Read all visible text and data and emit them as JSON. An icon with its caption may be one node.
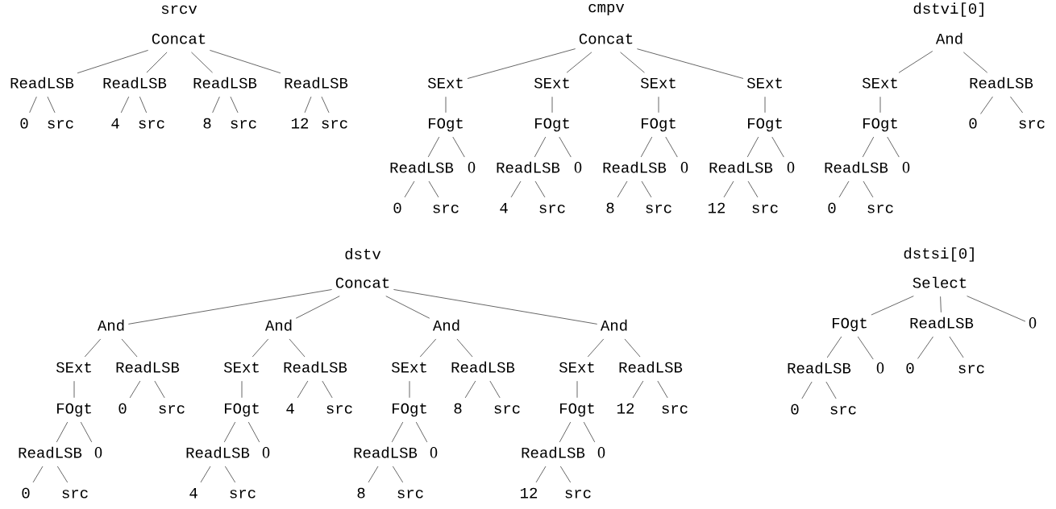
{
  "diagram": {
    "nodes": [
      {
        "text": [
          "Concat"
        ]
      },
      {
        "text": [
          "ReadLSB"
        ]
      },
      {
        "text": [
          "0"
        ]
      },
      {
        "text": [
          "src"
        ]
      },
      {
        "text": [
          "ReadLSB"
        ]
      },
      {
        "text": [
          "4"
        ]
      },
      {
        "text": [
          "src"
        ]
      },
      {
        "text": [
          "ReadLSB"
        ]
      },
      {
        "text": [
          "8"
        ]
      },
      {
        "text": [
          "src"
        ]
      },
      {
        "text": [
          "ReadLSB"
        ]
      },
      {
        "text": [
          "12"
        ]
      },
      {
        "text": [
          "src"
        ]
      },
      {
        "text": [
          "Concat"
        ]
      },
      {
        "text": [
          "SExt"
        ]
      },
      {
        "text": [
          "FOgt"
        ]
      },
      {
        "text": [
          "ReadLSB"
        ]
      },
      {
        "text": [
          "0"
        ]
      },
      {
        "text": [
          "src"
        ]
      },
      {
        "text": [
          "0"
        ]
      },
      {
        "text": [
          "SExt"
        ]
      },
      {
        "text": [
          "FOgt"
        ]
      },
      {
        "text": [
          "ReadLSB"
        ]
      },
      {
        "text": [
          "4"
        ]
      },
      {
        "text": [
          "src"
        ]
      },
      {
        "text": [
          "0"
        ]
      },
      {
        "text": [
          "SExt"
        ]
      },
      {
        "text": [
          "FOgt"
        ]
      },
      {
        "text": [
          "ReadLSB"
        ]
      },
      {
        "text": [
          "8"
        ]
      },
      {
        "text": [
          "src"
        ]
      },
      {
        "text": [
          "0"
        ]
      },
      {
        "text": [
          "SExt"
        ]
      },
      {
        "text": [
          "FOgt"
        ]
      },
      {
        "text": [
          "ReadLSB"
        ]
      },
      {
        "text": [
          "12"
        ]
      },
      {
        "text": [
          "src"
        ]
      },
      {
        "text": [
          "0"
        ]
      },
      {
        "text": [
          "And"
        ]
      },
      {
        "text": [
          "SExt"
        ]
      },
      {
        "text": [
          "FOgt"
        ]
      },
      {
        "text": [
          "ReadLSB"
        ]
      },
      {
        "text": [
          "0"
        ]
      },
      {
        "text": [
          "src"
        ]
      },
      {
        "text": [
          "0"
        ]
      },
      {
        "text": [
          "ReadLSB"
        ]
      },
      {
        "text": [
          "0"
        ]
      },
      {
        "text": [
          "src"
        ]
      },
      {
        "text": [
          "Concat"
        ]
      },
      {
        "text": [
          "And"
        ]
      },
      {
        "text": [
          "SExt"
        ]
      },
      {
        "text": [
          "FOgt"
        ]
      },
      {
        "text": [
          "ReadLSB"
        ]
      },
      {
        "text": [
          "0"
        ]
      },
      {
        "text": [
          "src"
        ]
      },
      {
        "text": [
          "0"
        ]
      },
      {
        "text": [
          "ReadLSB"
        ]
      },
      {
        "text": [
          "0"
        ]
      },
      {
        "text": [
          "src"
        ]
      },
      {
        "text": [
          "And"
        ]
      },
      {
        "text": [
          "SExt"
        ]
      },
      {
        "text": [
          "FOgt"
        ]
      },
      {
        "text": [
          "ReadLSB"
        ]
      },
      {
        "text": [
          "4"
        ]
      },
      {
        "text": [
          "src"
        ]
      },
      {
        "text": [
          "0"
        ]
      },
      {
        "text": [
          "ReadLSB"
        ]
      },
      {
        "text": [
          "4"
        ]
      },
      {
        "text": [
          "src"
        ]
      },
      {
        "text": [
          "And"
        ]
      },
      {
        "text": [
          "SExt"
        ]
      },
      {
        "text": [
          "FOgt"
        ]
      },
      {
        "text": [
          "ReadLSB"
        ]
      },
      {
        "text": [
          "8"
        ]
      },
      {
        "text": [
          "src"
        ]
      },
      {
        "text": [
          "0"
        ]
      },
      {
        "text": [
          "ReadLSB"
        ]
      },
      {
        "text": [
          "8"
        ]
      },
      {
        "text": [
          "src"
        ]
      },
      {
        "text": [
          "And"
        ]
      },
      {
        "text": [
          "SExt"
        ]
      },
      {
        "text": [
          "FOgt"
        ]
      },
      {
        "text": [
          "ReadLSB"
        ]
      },
      {
        "text": [
          "12"
        ]
      },
      {
        "text": [
          "src"
        ]
      },
      {
        "text": [
          "0"
        ]
      },
      {
        "text": [
          "ReadLSB"
        ]
      },
      {
        "text": [
          "12"
        ]
      },
      {
        "text": [
          "src"
        ]
      },
      {
        "text": [
          "Select"
        ]
      },
      {
        "text": [
          "FOgt"
        ]
      },
      {
        "text": [
          "ReadLSB"
        ]
      },
      {
        "text": [
          "0"
        ]
      },
      {
        "text": [
          "src"
        ]
      },
      {
        "text": [
          "0"
        ]
      },
      {
        "text": [
          "ReadLSB"
        ]
      },
      {
        "text": [
          "0"
        ]
      },
      {
        "text": [
          "src"
        ]
      },
      {
        "text": [
          "0"
        ]
      }
    ],
    "edges": [
      {
        "from": 0,
        "to": 1,
        "arrow": "none"
      },
      {
        "from": 1,
        "to": 2,
        "arrow": "none"
      },
      {
        "from": 1,
        "to": 3,
        "arrow": "none"
      },
      {
        "from": 0,
        "to": 4,
        "arrow": "none"
      },
      {
        "from": 4,
        "to": 5,
        "arrow": "none"
      },
      {
        "from": 4,
        "to": 6,
        "arrow": "none"
      },
      {
        "from": 0,
        "to": 7,
        "arrow": "none"
      },
      {
        "from": 7,
        "to": 8,
        "arrow": "none"
      },
      {
        "from": 7,
        "to": 9,
        "arrow": "none"
      },
      {
        "from": 0,
        "to": 10,
        "arrow": "none"
      },
      {
        "from": 10,
        "to": 11,
        "arrow": "none"
      },
      {
        "from": 10,
        "to": 12,
        "arrow": "none"
      },
      {
        "from": 13,
        "to": 14,
        "arrow": "none"
      },
      {
        "from": 14,
        "to": 15,
        "arrow": "none"
      },
      {
        "from": 15,
        "to": 16,
        "arrow": "none"
      },
      {
        "from": 16,
        "to": 17,
        "arrow": "none"
      },
      {
        "from": 16,
        "to": 18,
        "arrow": "none"
      },
      {
        "from": 15,
        "to": 19,
        "arrow": "none"
      },
      {
        "from": 13,
        "to": 20,
        "arrow": "none"
      },
      {
        "from": 20,
        "to": 21,
        "arrow": "none"
      },
      {
        "from": 21,
        "to": 22,
        "arrow": "none"
      },
      {
        "from": 22,
        "to": 23,
        "arrow": "none"
      },
      {
        "from": 22,
        "to": 24,
        "arrow": "none"
      },
      {
        "from": 21,
        "to": 25,
        "arrow": "none"
      },
      {
        "from": 13,
        "to": 26,
        "arrow": "none"
      },
      {
        "from": 26,
        "to": 27,
        "arrow": "none"
      },
      {
        "from": 27,
        "to": 28,
        "arrow": "none"
      },
      {
        "from": 28,
        "to": 29,
        "arrow": "none"
      },
      {
        "from": 28,
        "to": 30,
        "arrow": "none"
      },
      {
        "from": 27,
        "to": 31,
        "arrow": "none"
      },
      {
        "from": 13,
        "to": 32,
        "arrow": "none"
      },
      {
        "from": 32,
        "to": 33,
        "arrow": "none"
      },
      {
        "from": 33,
        "to": 34,
        "arrow": "none"
      },
      {
        "from": 34,
        "to": 35,
        "arrow": "none"
      },
      {
        "from": 34,
        "to": 36,
        "arrow": "none"
      },
      {
        "from": 33,
        "to": 37,
        "arrow": "none"
      },
      {
        "from": 38,
        "to": 39,
        "arrow": "none"
      },
      {
        "from": 39,
        "to": 40,
        "arrow": "none"
      },
      {
        "from": 40,
        "to": 41,
        "arrow": "none"
      },
      {
        "from": 41,
        "to": 42,
        "arrow": "none"
      },
      {
        "from": 41,
        "to": 43,
        "arrow": "none"
      },
      {
        "from": 40,
        "to": 44,
        "arrow": "none"
      },
      {
        "from": 38,
        "to": 45,
        "arrow": "none"
      },
      {
        "from": 45,
        "to": 46,
        "arrow": "none"
      },
      {
        "from": 45,
        "to": 47,
        "arrow": "none"
      },
      {
        "from": 48,
        "to": 49,
        "arrow": "none"
      },
      {
        "from": 49,
        "to": 50,
        "arrow": "none"
      },
      {
        "from": 50,
        "to": 51,
        "arrow": "none"
      },
      {
        "from": 51,
        "to": 52,
        "arrow": "none"
      },
      {
        "from": 52,
        "to": 53,
        "arrow": "none"
      },
      {
        "from": 52,
        "to": 54,
        "arrow": "none"
      },
      {
        "from": 51,
        "to": 55,
        "arrow": "none"
      },
      {
        "from": 49,
        "to": 56,
        "arrow": "none"
      },
      {
        "from": 56,
        "to": 57,
        "arrow": "none"
      },
      {
        "from": 56,
        "to": 58,
        "arrow": "none"
      },
      {
        "from": 48,
        "to": 59,
        "arrow": "none"
      },
      {
        "from": 59,
        "to": 60,
        "arrow": "none"
      },
      {
        "from": 60,
        "to": 61,
        "arrow": "none"
      },
      {
        "from": 61,
        "to": 62,
        "arrow": "none"
      },
      {
        "from": 62,
        "to": 63,
        "arrow": "none"
      },
      {
        "from": 62,
        "to": 64,
        "arrow": "none"
      },
      {
        "from": 61,
        "to": 65,
        "arrow": "none"
      },
      {
        "from": 59,
        "to": 66,
        "arrow": "none"
      },
      {
        "from": 66,
        "to": 67,
        "arrow": "none"
      },
      {
        "from": 66,
        "to": 68,
        "arrow": "none"
      },
      {
        "from": 48,
        "to": 69,
        "arrow": "none"
      },
      {
        "from": 69,
        "to": 70,
        "arrow": "none"
      },
      {
        "from": 70,
        "to": 71,
        "arrow": "none"
      },
      {
        "from": 71,
        "to": 72,
        "arrow": "none"
      },
      {
        "from": 72,
        "to": 73,
        "arrow": "none"
      },
      {
        "from": 72,
        "to": 74,
        "arrow": "none"
      },
      {
        "from": 71,
        "to": 75,
        "arrow": "none"
      },
      {
        "from": 69,
        "to": 76,
        "arrow": "none"
      },
      {
        "from": 76,
        "to": 77,
        "arrow": "none"
      },
      {
        "from": 76,
        "to": 78,
        "arrow": "none"
      },
      {
        "from": 48,
        "to": 79,
        "arrow": "none"
      },
      {
        "from": 79,
        "to": 80,
        "arrow": "none"
      },
      {
        "from": 80,
        "to": 81,
        "arrow": "none"
      },
      {
        "from": 81,
        "to": 82,
        "arrow": "none"
      },
      {
        "from": 82,
        "to": 83,
        "arrow": "none"
      },
      {
        "from": 82,
        "to": 84,
        "arrow": "none"
      },
      {
        "from": 81,
        "to": 85,
        "arrow": "none"
      },
      {
        "from": 79,
        "to": 86,
        "arrow": "none"
      },
      {
        "from": 86,
        "to": 87,
        "arrow": "none"
      },
      {
        "from": 86,
        "to": 88,
        "arrow": "none"
      },
      {
        "from": 89,
        "to": 90,
        "arrow": "none"
      },
      {
        "from": 90,
        "to": 91,
        "arrow": "none"
      },
      {
        "from": 91,
        "to": 92,
        "arrow": "none"
      },
      {
        "from": 91,
        "to": 93,
        "arrow": "none"
      },
      {
        "from": 90,
        "to": 94,
        "arrow": "none"
      },
      {
        "from": 89,
        "to": 95,
        "arrow": "none"
      },
      {
        "from": 95,
        "to": 96,
        "arrow": "none"
      },
      {
        "from": 95,
        "to": 97,
        "arrow": "none"
      },
      {
        "from": 89,
        "to": 98,
        "arrow": "none"
      }
    ],
    "labels": [
      "srcv",
      "cmpv",
      "dstvi[0]",
      "dstv",
      "dstsi[0]"
    ]
  }
}
